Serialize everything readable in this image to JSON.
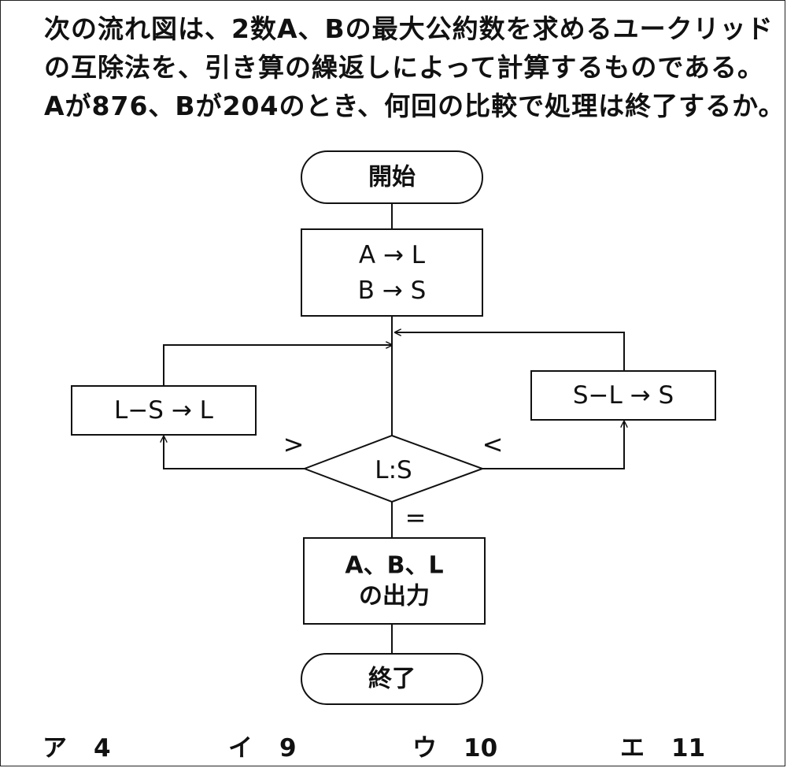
{
  "question": {
    "line1": "次の流れ図は、2数A、Bの最大公約数を求めるユークリッド",
    "line2": "の互除法を、引き算の繰返しによって計算するものである。",
    "line3": "Aが876、Bが204のとき、何回の比較で処理は終了するか。"
  },
  "flowchart": {
    "start": "開始",
    "assign_line1": "A → L",
    "assign_line2": "B → S",
    "decision": "L:S",
    "left_process": "L−S → L",
    "right_process": "S−L → S",
    "greater_label": ">",
    "less_label": "<",
    "equal_label": "=",
    "output_line1": "A、B、L",
    "output_line2": "の出力",
    "end": "終了"
  },
  "answers": [
    {
      "label": "ア",
      "value": "4"
    },
    {
      "label": "イ",
      "value": "9"
    },
    {
      "label": "ウ",
      "value": "10"
    },
    {
      "label": "エ",
      "value": "11"
    }
  ]
}
